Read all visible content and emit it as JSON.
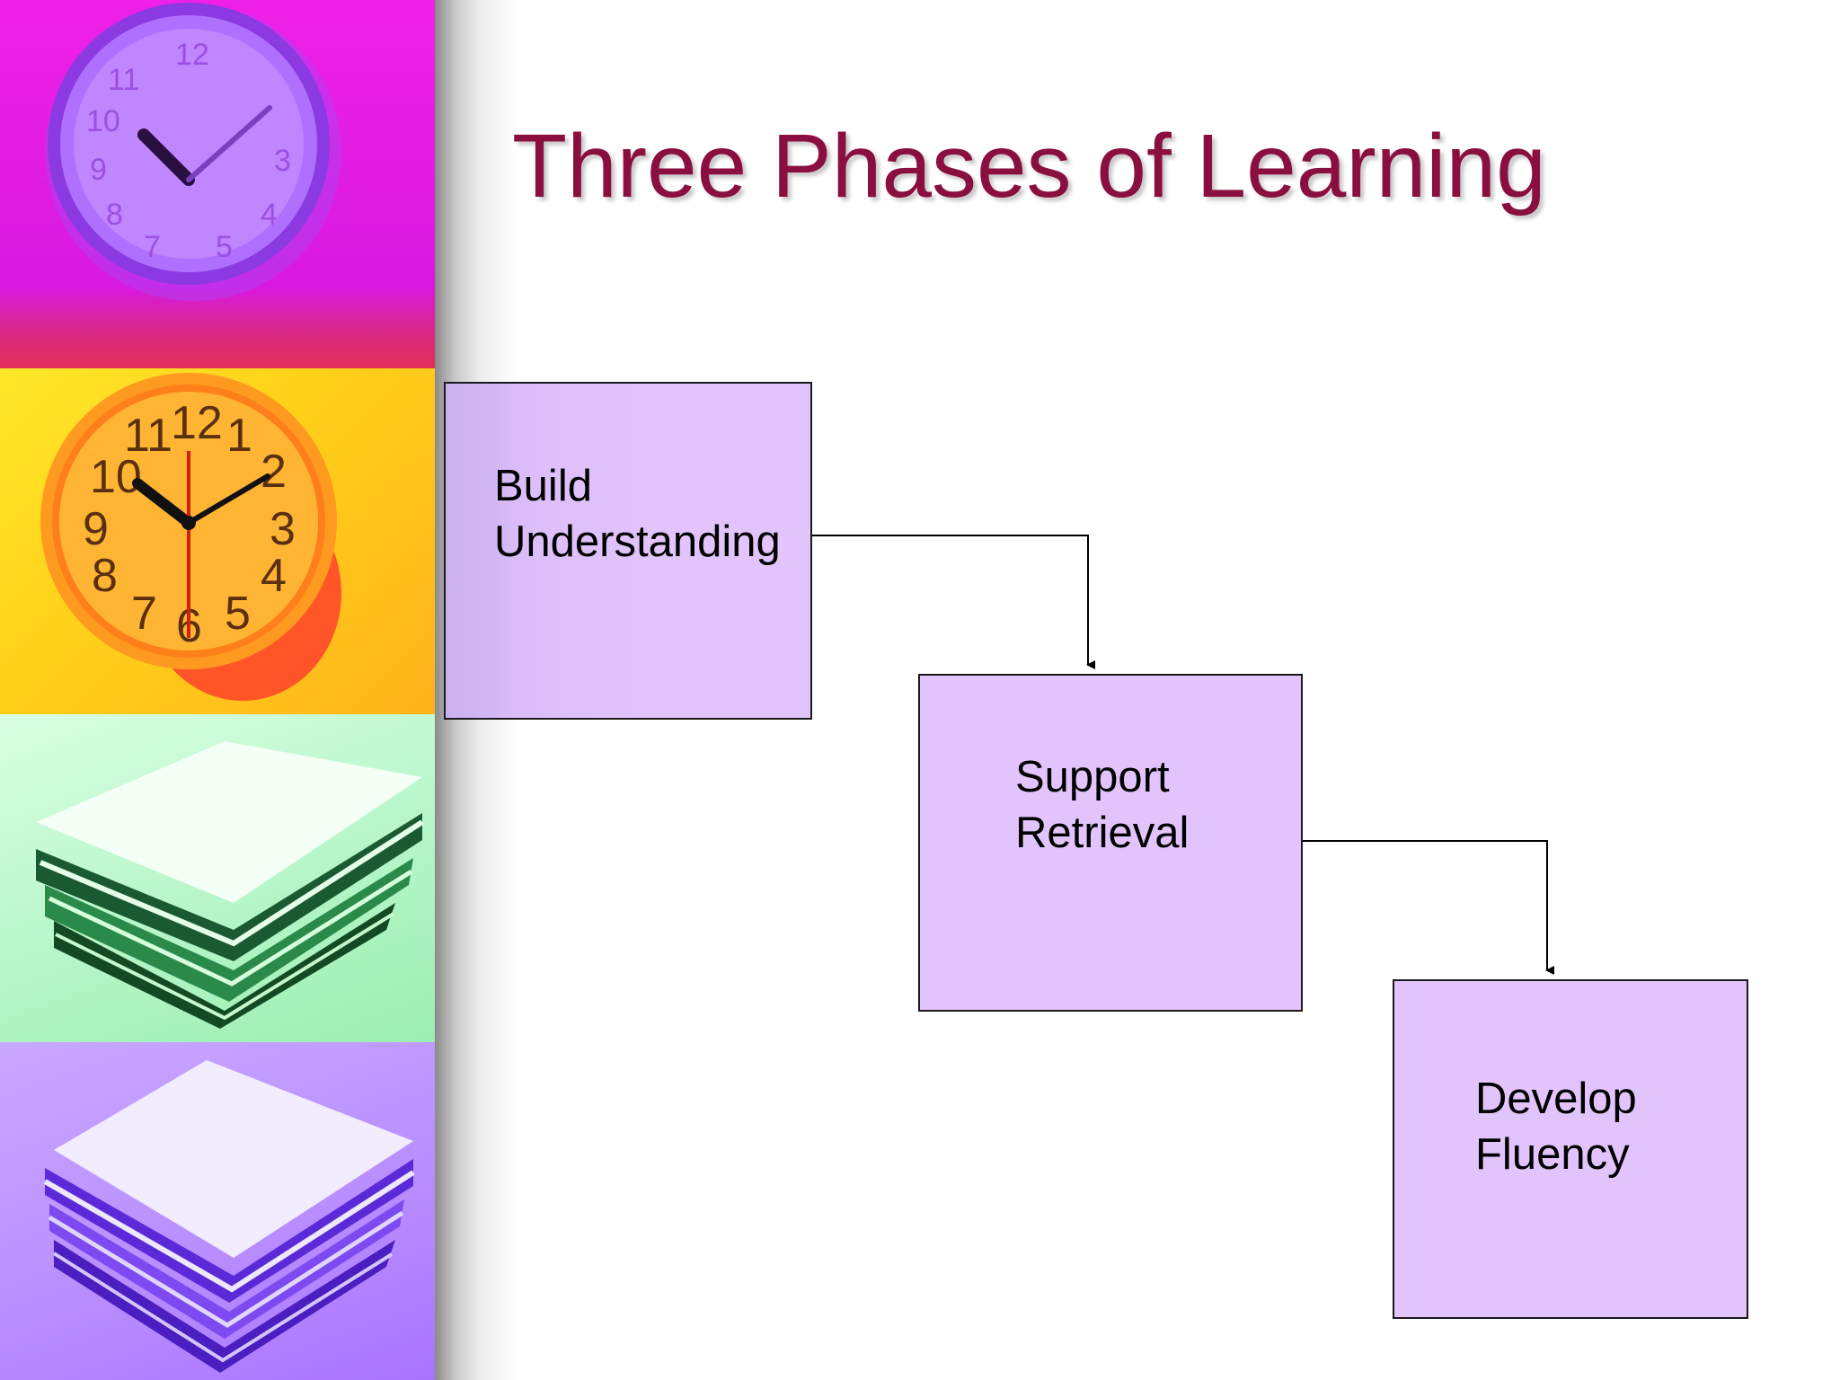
{
  "slide": {
    "title": "Three Phases of Learning"
  },
  "images": {
    "panel1": "purple-clock-image",
    "panel2": "orange-clock-image",
    "panel3": "green-books-image",
    "panel4": "violet-books-image"
  },
  "phases": [
    {
      "line1": "Build",
      "line2": "Understanding"
    },
    {
      "line1": "Support",
      "line2": "Retrieval"
    },
    {
      "line1": "Develop",
      "line2": "Fluency"
    }
  ],
  "colors": {
    "title": "#8a0f3e",
    "box_fill": "#e2c4fc",
    "box_border": "#1a1a1a",
    "connector": "#000000"
  }
}
